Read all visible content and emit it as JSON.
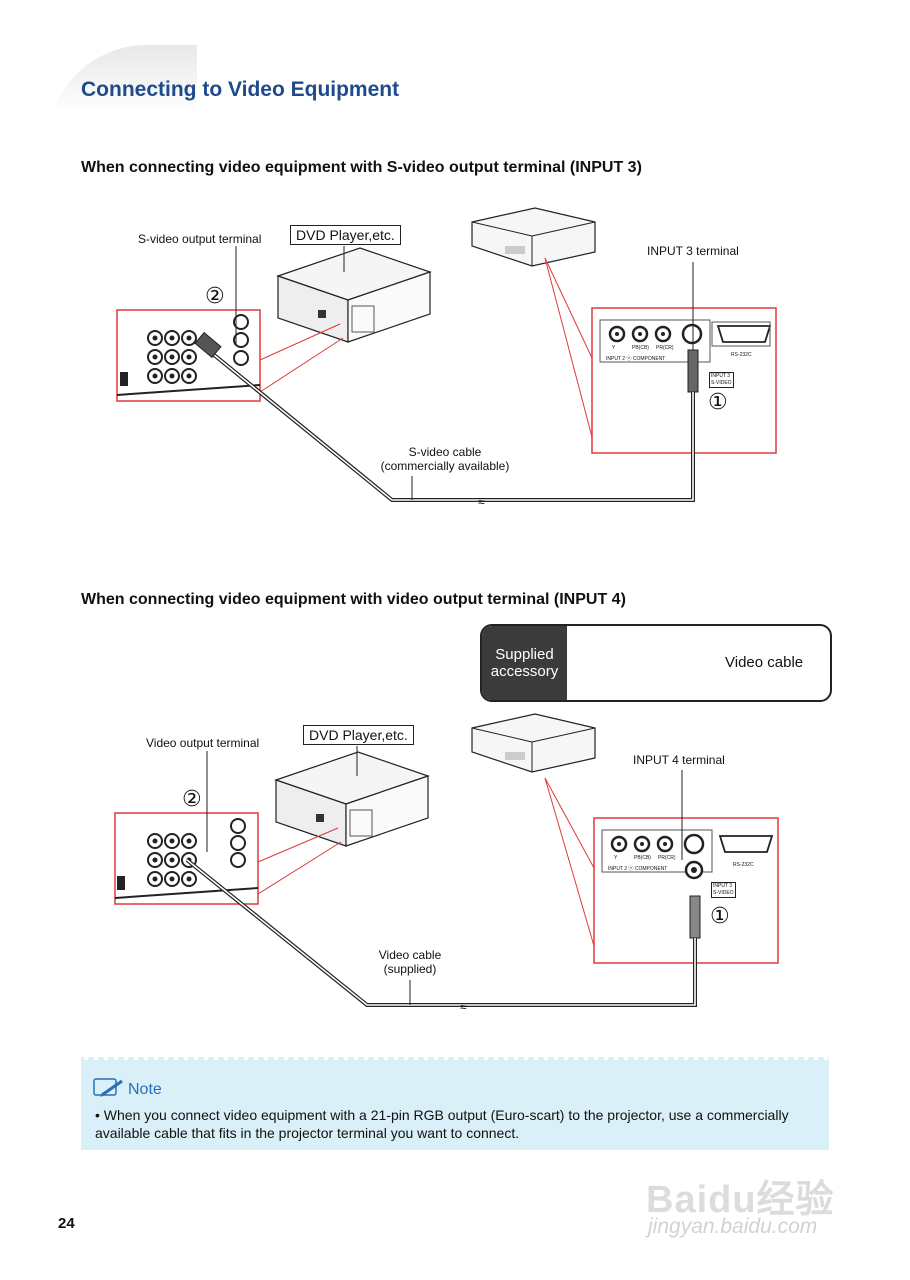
{
  "page": {
    "title": "Connecting to Video Equipment",
    "page_number": "24"
  },
  "section1": {
    "heading": "When connecting video equipment with S-video output terminal (INPUT 3)",
    "output_terminal_label": "S-video output terminal",
    "device_label": "DVD Player,etc.",
    "step2": "②",
    "input_terminal_label": "INPUT 3 terminal",
    "step1": "①",
    "cable_label_line1": "S-video cable",
    "cable_label_line2": "(commercially available)"
  },
  "section2": {
    "heading": "When connecting video equipment with video output terminal (INPUT 4)",
    "supplied_line1": "Supplied",
    "supplied_line2": "accessory",
    "supplied_item": "Video cable",
    "output_terminal_label": "Video output terminal",
    "device_label": "DVD Player,etc.",
    "step2": "②",
    "input_terminal_label": "INPUT 4 terminal",
    "step1": "①",
    "cable_label_line1": "Video cable",
    "cable_label_line2": "(supplied)"
  },
  "panel_labels": {
    "y": "Y",
    "pb": "PB(CB)",
    "pr": "PR(CR)",
    "component": "INPUT 2 ⓔ COMPONENT",
    "rs232": "RS-232C",
    "input3": "INPUT 3",
    "svideo": "S-VIDEO"
  },
  "note": {
    "title": "Note",
    "text": "• When you connect video equipment with a 21-pin RGB output (Euro-scart) to the projector, use a commercially available cable that fits in the projector terminal you want to connect."
  },
  "watermark": {
    "main": "Baidu经验",
    "url": "jingyan.baidu.com"
  },
  "colors": {
    "title_blue": "#1f4a8c",
    "highlight_red": "#e03a3a",
    "note_bg": "#d9f0f8"
  }
}
